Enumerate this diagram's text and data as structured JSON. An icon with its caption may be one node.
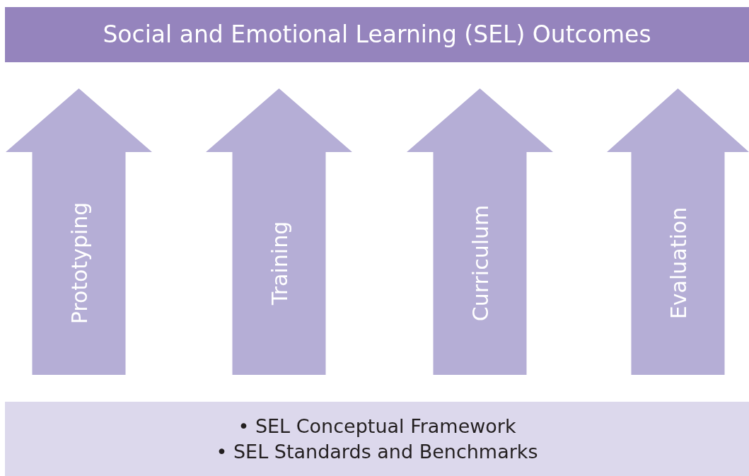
{
  "diagram": {
    "nodes": [
      {
        "text": [
          "Social and Emotional Learning (SEL) Outcomes"
        ]
      },
      {
        "text": [
          "Prototyping"
        ]
      },
      {
        "text": [
          "Training"
        ]
      },
      {
        "text": [
          "Curriculum"
        ]
      },
      {
        "text": [
          "Evaluation"
        ]
      },
      {
        "text": [
          "• SEL Conceptual Framework",
          "• SEL Standards and Benchmarks"
        ]
      }
    ]
  }
}
